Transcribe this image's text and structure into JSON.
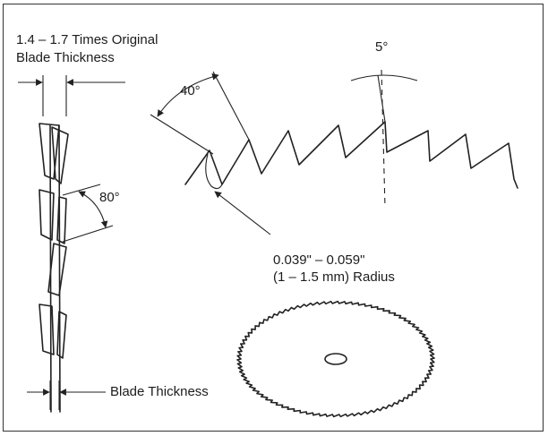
{
  "labels": {
    "original_thickness_line1": "1.4 – 1.7 Times Original",
    "original_thickness_line2": "Blade Thickness",
    "angle_40": "40°",
    "angle_5": "5°",
    "angle_80": "80°",
    "radius_line1": "0.039\" – 0.059\"",
    "radius_line2": "(1 – 1.5 mm) Radius",
    "blade_thickness": "Blade Thickness"
  },
  "colors": {
    "line": "#222222",
    "background": "#ffffff"
  },
  "icons": {
    "saw_blade": "circular-saw-blade-icon"
  }
}
